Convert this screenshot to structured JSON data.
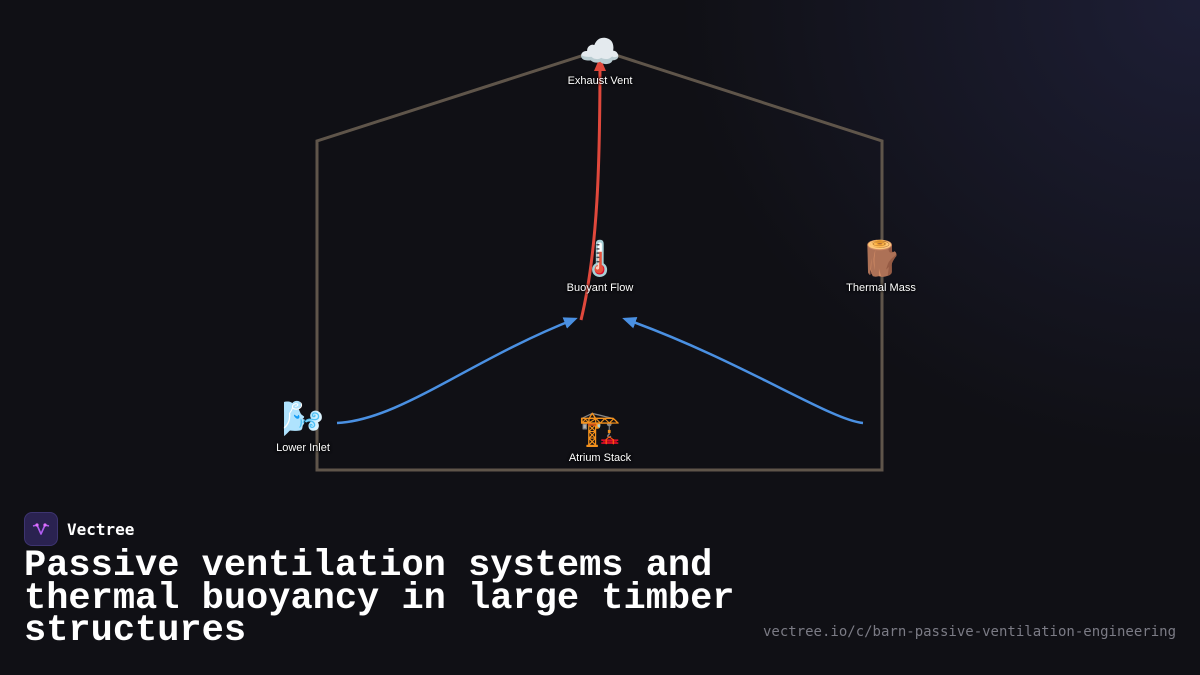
{
  "diagram": {
    "nodes": [
      {
        "id": "exhaust",
        "label": "Exhaust Vent",
        "icon": "cloud-icon",
        "glyph": "☁️"
      },
      {
        "id": "buoyant",
        "label": "Buoyant Flow",
        "icon": "thermometer-icon",
        "glyph": "🌡️"
      },
      {
        "id": "thermal",
        "label": "Thermal Mass",
        "icon": "log-icon",
        "glyph": "🪵"
      },
      {
        "id": "inlet",
        "label": "Lower Inlet",
        "icon": "wind-icon",
        "glyph": "🌬️"
      },
      {
        "id": "atrium",
        "label": "Atrium Stack",
        "icon": "crane-icon",
        "glyph": "🏗️"
      }
    ],
    "edges": [
      {
        "from": "buoyant",
        "to": "exhaust",
        "color": "#e0483c"
      },
      {
        "from": "inlet",
        "to": "buoyant",
        "color": "#4a90e2"
      },
      {
        "from": "thermal",
        "to": "buoyant",
        "color": "#4a90e2"
      }
    ],
    "outline_color": "#5f554a"
  },
  "brand": {
    "name": "Vectree"
  },
  "title": "Passive ventilation systems and thermal buoyancy in large timber structures",
  "url": "vectree.io/c/barn-passive-ventilation-engineering"
}
